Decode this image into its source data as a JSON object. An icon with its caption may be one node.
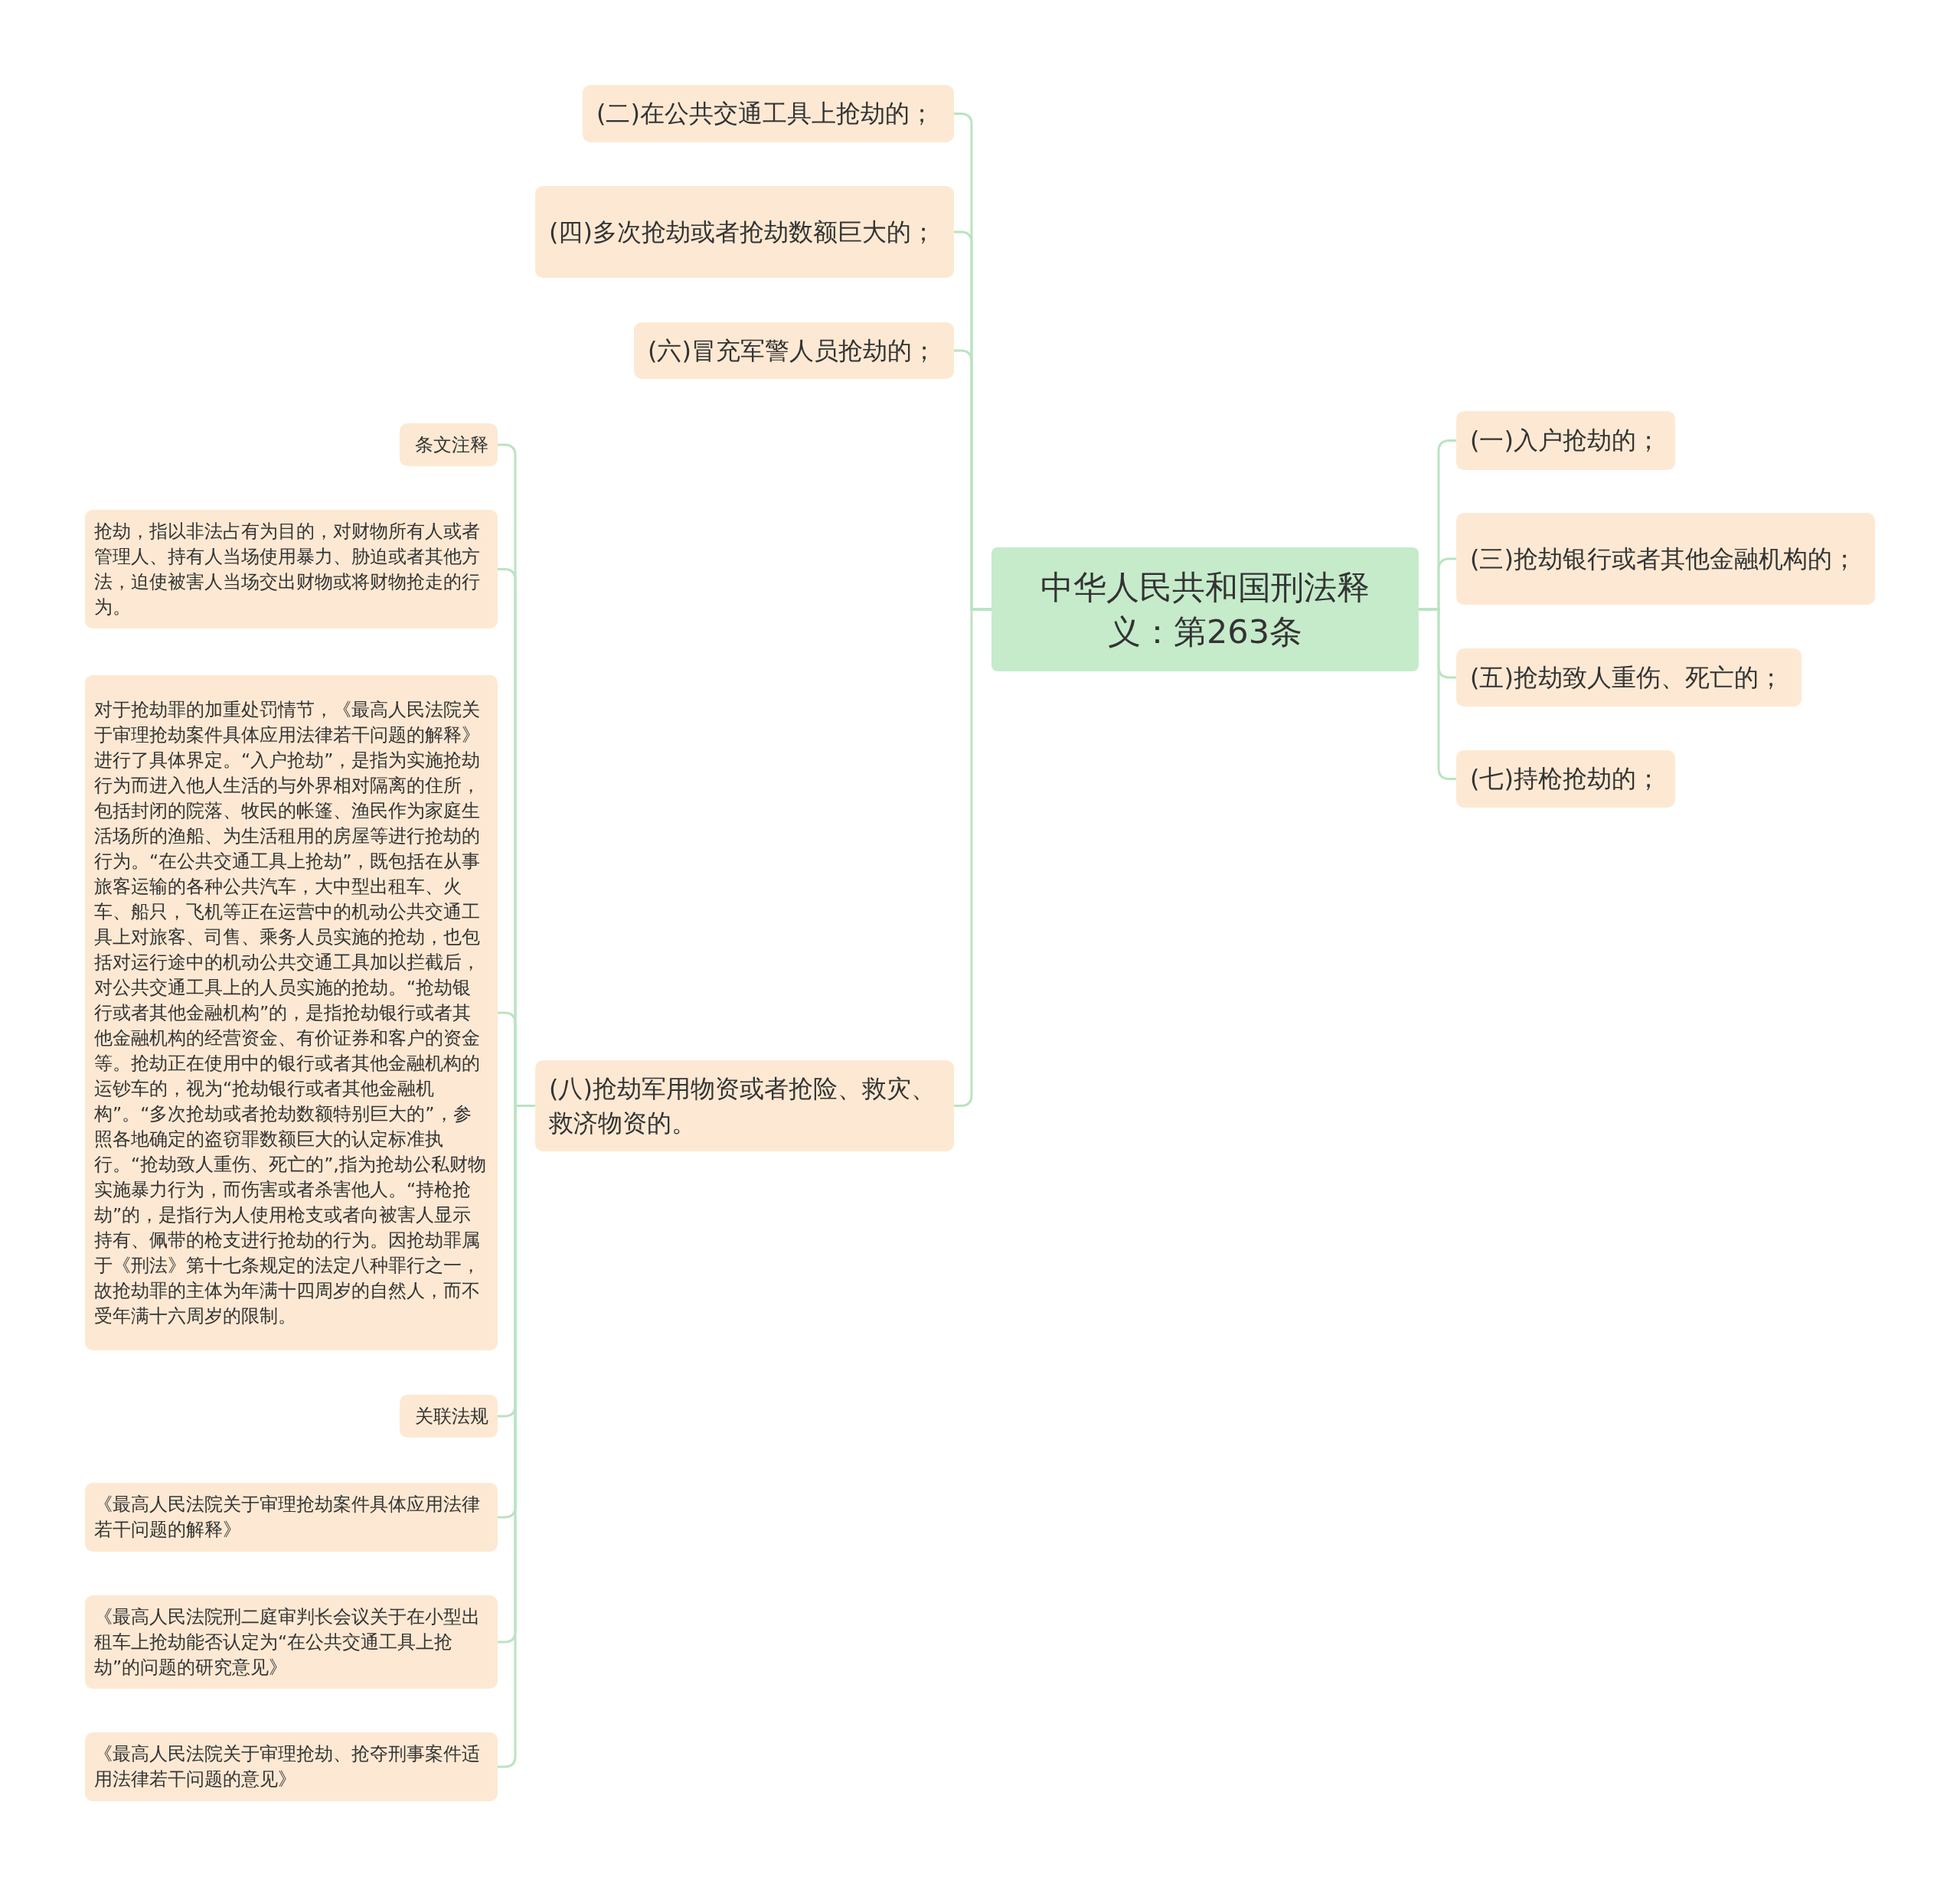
{
  "diagram": {
    "nodes": [
      {
        "text": [
          "中华人民共和国刑法释义：第263条"
        ]
      },
      {
        "text": [
          "(二)在公共交通工具上抢劫的；"
        ]
      },
      {
        "text": [
          "(四)多次抢劫或者抢劫数额巨大的；"
        ]
      },
      {
        "text": [
          "(六)冒充军警人员抢劫的；"
        ]
      },
      {
        "text": [
          "(八)抢劫军用物资或者抢险、救灾、救济物资的。"
        ]
      },
      {
        "text": [
          "条文注释"
        ]
      },
      {
        "text": [
          "抢劫，指以非法占有为目的，对财物所有人或者管理人、持有人当场使用暴力、胁迫或者其他方法，迫使被害人当场交出财物或将财物抢走的行为。"
        ]
      },
      {
        "text": [
          "对于抢劫罪的加重处罚情节，《最高人民法院关于审理抢劫案件具体应用法律若干问题的解释》进行了具体界定。“入户抢劫”，是指为实施抢劫行为而进入他人生活的与外界相对隔离的住所，包括封闭的院落、牧民的帐篷、渔民作为家庭生活场所的渔船、为生活租用的房屋等进行抢劫的行为。“在公共交通工具上抢劫”，既包括在从事旅客运输的各种公共汽车，大中型出租车、火车、船只，飞机等正在运营中的机动公共交通工具上对旅客、司售、乘务人员实施的抢劫，也包括对运行途中的机动公共交通工具加以拦截后，对公共交通工具上的人员实施的抢劫。“抢劫银行或者其他金融机构”的，是指抢劫银行或者其他金融机构的经营资金、有价证券和客户的资金等。抢劫正在使用中的银行或者其他金融机构的运钞车的，视为“抢劫银行或者其他金融机构”。“多次抢劫或者抢劫数额特别巨大的”，参照各地确定的盗窃罪数额巨大的认定标准执行。“抢劫致人重伤、死亡的”,指为抢劫公私财物实施暴力行为，而伤害或者杀害他人。“持枪抢劫”的，是指行为人使用枪支或者向被害人显示持有、佩带的枪支进行抢劫的行为。因抢劫罪属于《刑法》第十七条规定的法定八种罪行之一，故抢劫罪的主体为年满十四周岁的自然人，而不受年满十六周岁的限制。"
        ]
      },
      {
        "text": [
          "关联法规"
        ]
      },
      {
        "text": [
          "《最高人民法院关于审理抢劫案件具体应用法律若干问题的解释》"
        ]
      },
      {
        "text": [
          "《最高人民法院刑二庭审判长会议关于在小型出租车上抢劫能否认定为“在公共交通工具上抢劫”的问题的研究意见》"
        ]
      },
      {
        "text": [
          "《最高人民法院关于审理抢劫、抢夺刑事案件适用法律若干问题的意见》"
        ]
      },
      {
        "text": [
          "(一)入户抢劫的；"
        ]
      },
      {
        "text": [
          "(三)抢劫银行或者其他金融机构的；"
        ]
      },
      {
        "text": [
          "(五)抢劫致人重伤、死亡的；"
        ]
      },
      {
        "text": [
          "(七)持枪抢劫的；"
        ]
      }
    ],
    "edges": [
      {
        "from": 0,
        "to": 1,
        "arrow": "none"
      },
      {
        "from": 0,
        "to": 2,
        "arrow": "none"
      },
      {
        "from": 0,
        "to": 3,
        "arrow": "none"
      },
      {
        "from": 0,
        "to": 4,
        "arrow": "none"
      },
      {
        "from": 4,
        "to": 5,
        "arrow": "none"
      },
      {
        "from": 4,
        "to": 6,
        "arrow": "none"
      },
      {
        "from": 4,
        "to": 7,
        "arrow": "none"
      },
      {
        "from": 4,
        "to": 8,
        "arrow": "none"
      },
      {
        "from": 4,
        "to": 9,
        "arrow": "none"
      },
      {
        "from": 4,
        "to": 10,
        "arrow": "none"
      },
      {
        "from": 4,
        "to": 11,
        "arrow": "none"
      },
      {
        "from": 0,
        "to": 12,
        "arrow": "none"
      },
      {
        "from": 0,
        "to": 13,
        "arrow": "none"
      },
      {
        "from": 0,
        "to": 14,
        "arrow": "none"
      },
      {
        "from": 0,
        "to": 15,
        "arrow": "none"
      }
    ]
  }
}
